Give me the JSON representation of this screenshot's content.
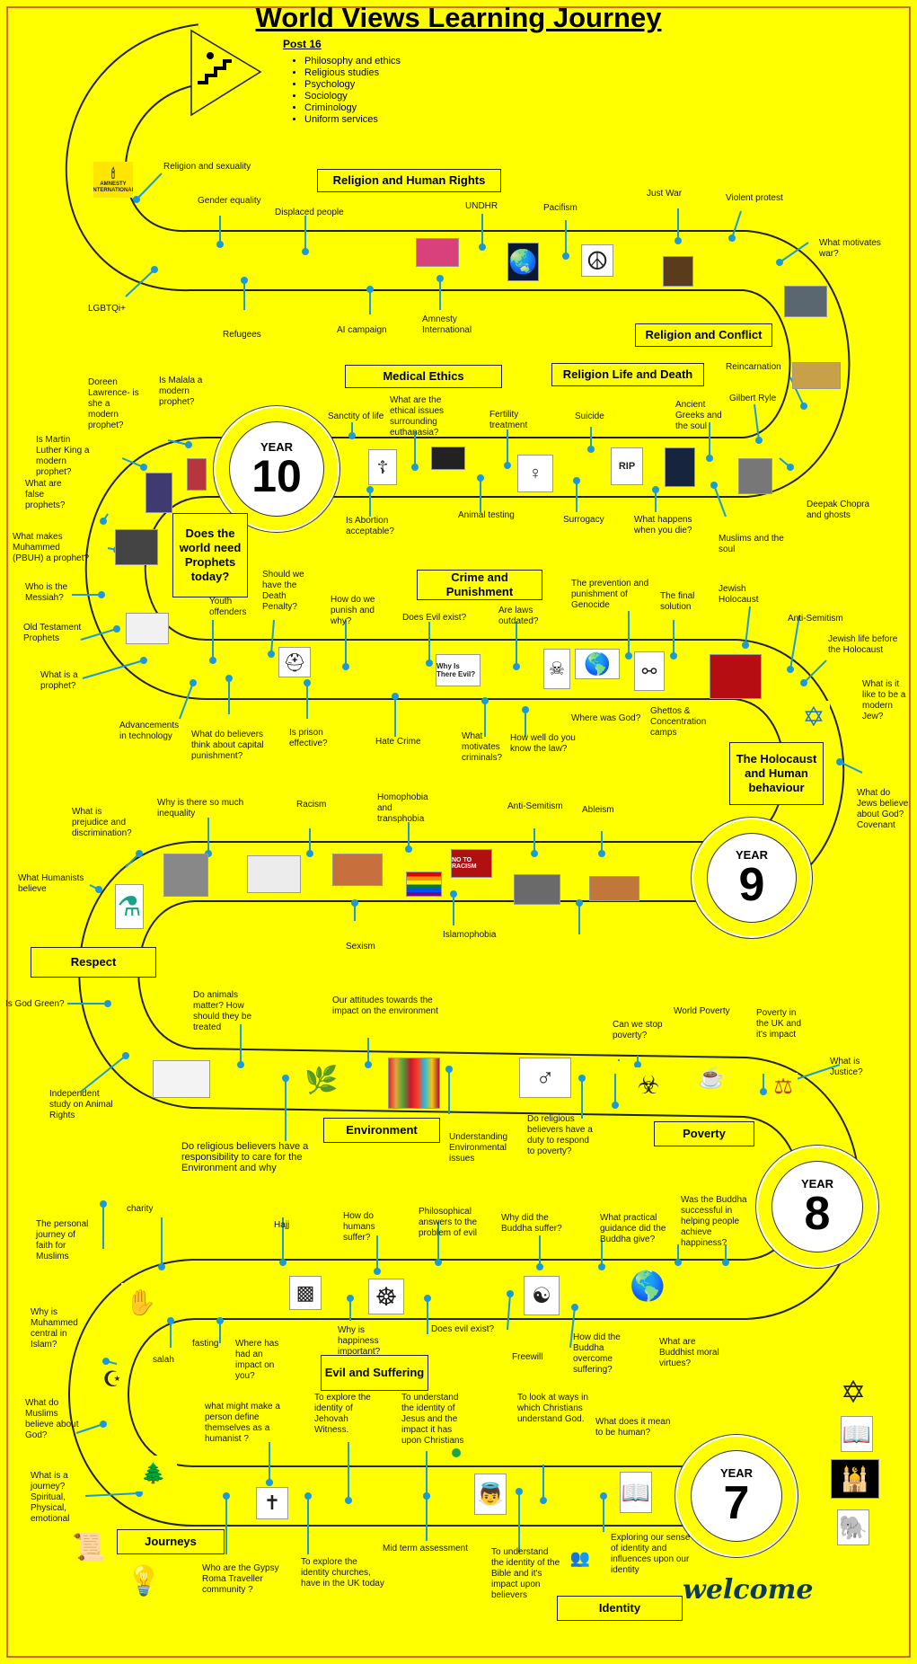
{
  "page_title": "World Views Learning Journey",
  "post16": {
    "heading": "Post 16",
    "courses": [
      "Philosophy and ethics",
      "Religious studies",
      "Psychology",
      "Sociology",
      "Criminology",
      "Uniform services"
    ]
  },
  "years": {
    "y10": "10",
    "y9": "9",
    "y8": "8",
    "y7": "7",
    "label": "YEAR"
  },
  "sections": {
    "human_rights": "Religion and Human Rights",
    "conflict": "Religion and Conflict",
    "medical": "Medical Ethics",
    "life_death": "Religion Life and Death",
    "prophets": "Does the world need Prophets today?",
    "crime": "Crime and Punishment",
    "holocaust": "The Holocaust and Human behaviour",
    "respect": "Respect",
    "environment": "Environment",
    "poverty": "Poverty",
    "evil": "Evil and Suffering",
    "journeys": "Journeys",
    "identity": "Identity"
  },
  "logo_text": "AMNESTY INTERNATIONAL",
  "pic_text": {
    "why_evil": "Why Is There Evil?",
    "rip": "RIP",
    "no_racism": "NO TO RACISM"
  },
  "welcome": "welcome",
  "labels": {
    "rel_sexuality": "Religion and sexuality",
    "gender": "Gender equality",
    "displaced": "Displaced people",
    "undhr": "UNDHR",
    "pacifism": "Pacifism",
    "justwar": "Just War",
    "violent": "Violent protest",
    "motivates_war": "What motivates war?",
    "lgbtq": "LGBTQi+",
    "refugees": "Refugees",
    "ai_campaign": "AI campaign",
    "amnesty": "Amnesty International",
    "doreen": "Doreen Lawrence- is she a modern prophet?",
    "malala": "Is Malala a modern prophet?",
    "mlk": "Is Martin Luther King a modern prophet?",
    "false_prophets": "What are false prophets?",
    "muhammed_prophet": "What makes Muhammed (PBUH) a prophet?",
    "messiah": "Who is the Messiah?",
    "ot_prophets": "Old Testament Prophets",
    "what_prophet": "What is a prophet?",
    "sanctity": "Sanctity of life",
    "euthanasia": "What are the ethical issues surrounding euthanasia?",
    "fertility": "Fertility treatment",
    "suicide": "Suicide",
    "ancient_greeks": "Ancient Greeks and the soul",
    "reincarnation": "Reincarnation",
    "gilbert": "Gilbert Ryle",
    "abortion": "Is Abortion acceptable?",
    "animal_testing": "Animal testing",
    "surrogacy": "Surrogacy",
    "what_happens": "What happens when you die?",
    "muslims_soul": "Muslims and the soul",
    "deepak": "Deepak Chopra and ghosts",
    "youth": "Youth offenders",
    "death_penalty": "Should we have the Death Penalty?",
    "how_punish": "How do we punish and why?",
    "evil_exist": "Does Evil exist?",
    "laws_outdated": "Are laws outdated?",
    "prevention": "The prevention and punishment of Genocide",
    "final_solution": "The final solution",
    "jewish_holocaust": "Jewish Holocaust",
    "anti_semitism1": "Anti-Semitism",
    "jewish_life": "Jewish life before the Holocaust",
    "modern_jew": "What is it like to be a modern Jew?",
    "covenant": "What do Jews believe about God? Covenant",
    "advancements": "Advancements in technology",
    "capital": "What do believers think about capital punishment?",
    "prison": "Is prison effective?",
    "hate_crime": "Hate Crime",
    "motivates_criminals": "What motivates criminals?",
    "know_law": "How well do you know the law?",
    "where_god": "Where was God?",
    "ghettos": "Ghettos & Concentration camps",
    "prejudice": "What is prejudice and discrimination?",
    "inequality": "Why is there so much inequality",
    "racism": "Racism",
    "homophobia": "Homophobia and transphobia",
    "anti_semitism2": "Anti-Semitism",
    "ableism": "Ableism",
    "humanists": "What Humanists believe",
    "sexism": "Sexism",
    "islamophobia": "Islamophobia",
    "god_green": "Is God Green?",
    "animals_matter": "Do animals matter? How should they be treated",
    "attitudes": "Our attitudes towards the impact on the environment",
    "stop_poverty": "Can we stop poverty?",
    "world_poverty": "World Poverty",
    "poverty_uk": "Poverty in the UK and it's impact",
    "justice": "What is Justice?",
    "independent": "Independent study on Animal Rights",
    "responsibility": "Do religious believers have a responsibility to care for the Environment and why",
    "understanding_env": "Understanding Environmental issues",
    "duty_poverty": "Do religious believers have a duty to respond to poverty?",
    "personal_journey": "The personal journey of faith for Muslims",
    "charity": "charity",
    "hajj": "Hajj",
    "humans_suffer": "How do humans suffer?",
    "philosophical": "Philosophical answers to the problem of evil",
    "buddha_suffer": "Why did the Buddha suffer?",
    "practical_guidance": "What practical guidance did the Buddha give?",
    "buddha_successful": "Was the Buddha successful in helping people achieve happiness?",
    "muhammed_central": "Why is Muhammed central in Islam?",
    "salah": "salah",
    "fasting": "fasting",
    "hajj_impact": "Where has had an impact on you?",
    "happiness": "Why is happiness important?",
    "evil_exist2": "Does evil exist?",
    "freewill": "Freewill",
    "buddha_overcome": "How did the Buddha overcome suffering?",
    "moral_virtues": "What are Buddhist moral virtues?",
    "muslims_god": "What do Muslims believe about God?",
    "define_humanist": "what might make a person define themselves as a humanist ?",
    "jehovah": "To explore the identity of Jehovah Witness.",
    "jesus": "To understand the identity of Jesus and the impact it has upon Christians",
    "christians_god": "To look at ways in which Christians understand God.",
    "human": "What does it mean to be human?",
    "journey": "What is a journey? Spiritual, Physical, emotional",
    "gypsy": "Who are the Gypsy Roma Traveller community ?",
    "churches": "To explore the identity churches, have in the UK today",
    "midterm": "Mid term assessment",
    "bible": "To understand the identity of the Bible and it's impact upon believers",
    "exploring": "Exploring our sense of identity and influences upon our identity"
  }
}
